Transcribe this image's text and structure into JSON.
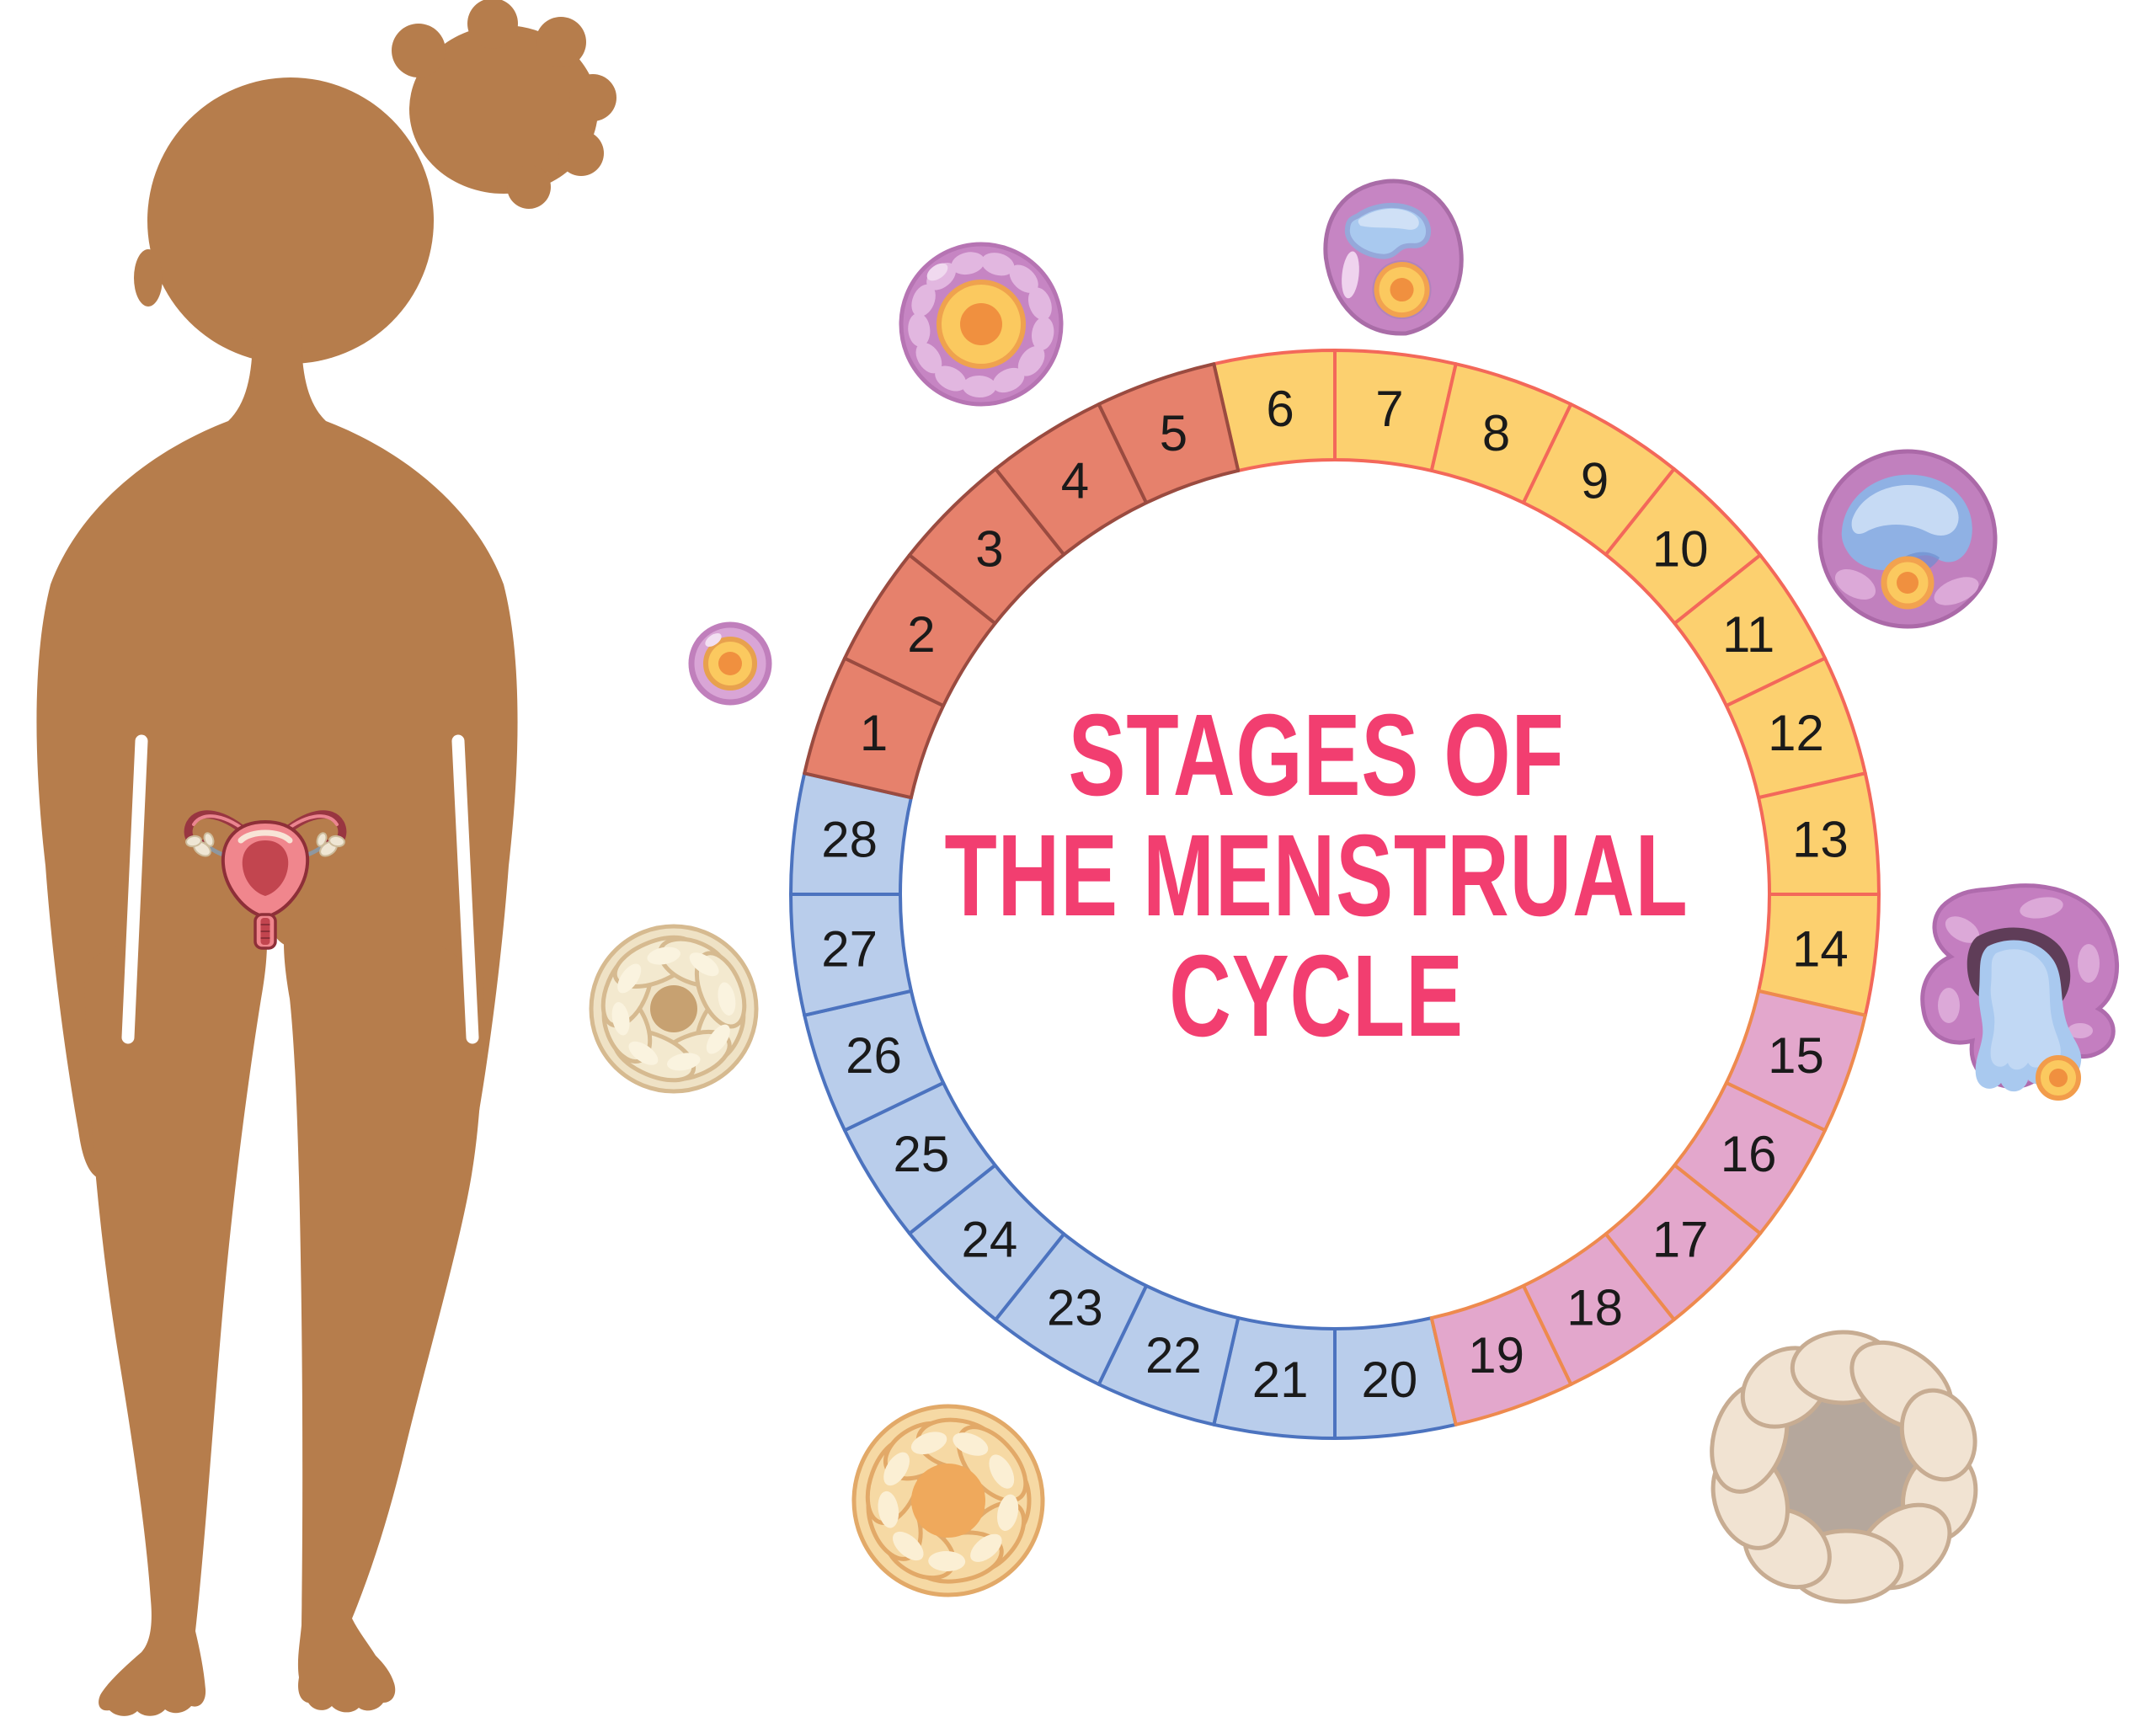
{
  "title": {
    "lines": [
      "STAGES OF",
      "THE MENSTRUAL",
      "CYCLE"
    ],
    "color": "#F23E70"
  },
  "wheel": {
    "days_total": 28,
    "label_color": "#1A1A1A",
    "phases": [
      {
        "days": [
          1,
          2,
          3,
          4,
          5
        ],
        "fill": "#E6816C",
        "stroke": "#9A4B40"
      },
      {
        "days": [
          6,
          7,
          8,
          9,
          10,
          11,
          12,
          13,
          14
        ],
        "fill": "#FCD06F",
        "stroke": "#F3685A"
      },
      {
        "days": [
          15,
          16,
          17,
          18,
          19
        ],
        "fill": "#E3A7CC",
        "stroke": "#EE8A4E"
      },
      {
        "days": [
          20,
          21,
          22,
          23,
          24,
          25,
          26,
          27,
          28
        ],
        "fill": "#B9CDEB",
        "stroke": "#4C73BF"
      }
    ]
  },
  "illustrations": [
    {
      "name": "female-silhouette"
    },
    {
      "name": "uterus-icon"
    },
    {
      "name": "primordial-follicle-icon"
    },
    {
      "name": "primary-follicle-icon"
    },
    {
      "name": "secondary-follicle-icon"
    },
    {
      "name": "mature-follicle-icon"
    },
    {
      "name": "ovulation-icon"
    },
    {
      "name": "corpus-luteum-icon"
    },
    {
      "name": "corpus-luteum-flower-icon"
    },
    {
      "name": "corpus-albicans-icon"
    }
  ],
  "palette": {
    "skin": "#B67D4C",
    "white": "#FFFFFF",
    "purple": "#C685C3",
    "purple_outline": "#A96CA7",
    "purple_light": "#DCA9D8",
    "cell_pink": "#E2B7E0",
    "yellow_ring": "#FBC95F",
    "orange_ring": "#F0A64F",
    "orange_core": "#F0903F",
    "blue_fluid": "#A9C9EF",
    "blue_mid": "#8FB1E4",
    "blue_light": "#C6DAF4",
    "maroon_dark": "#5F3D58",
    "cream": "#F1E3D2",
    "cream_dark": "#C7AC92",
    "taupe": "#B5A79C",
    "gold": "#F6D9A4",
    "gold_dark": "#E2A968",
    "gold_center": "#EFA95C",
    "albicans": "#EFE2C5",
    "albicans_dark": "#D6BA90",
    "albicans_center": "#C7A171",
    "uterus_pink": "#F0868D",
    "uterus_cavity": "#C2454F",
    "uterus_outline": "#8E2F38",
    "ligament_gray": "#8E979F"
  }
}
